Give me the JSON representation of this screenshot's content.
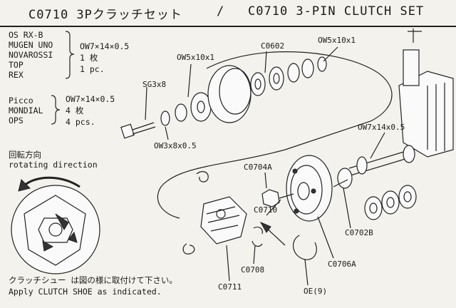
{
  "header": {
    "title_jp": "C0710 3Pクラッチセット",
    "separator": "/",
    "title_en": "C0710 3-PIN CLUTCH SET"
  },
  "groups": [
    {
      "engines": [
        "OS RX-B",
        "MUGEN UNO",
        "NOVAROSSI",
        "TOP",
        "REX"
      ],
      "spec": "OW7×14×0.5",
      "qty_jp": "1 枚",
      "qty_en": "1 pc."
    },
    {
      "engines": [
        "Picco",
        "MONDIAL",
        "OPS"
      ],
      "spec": "OW7×14×0.5",
      "qty_jp": "4 枚",
      "qty_en": "4 pcs."
    }
  ],
  "rotation": {
    "label_jp": "回転方向",
    "label_en": "rotating direction"
  },
  "parts": {
    "sg3x8": "SG3x8",
    "ow5x10x1_a": "OW5x10x1",
    "c0602": "C0602",
    "ow5x10x1_b": "OW5x10x1",
    "ow3x8x05": "OW3x8x0.5",
    "ow7x14x05": "OW7x14x0.5",
    "c0704a": "C0704A",
    "c0710": "C0710",
    "c0702b": "C0702B",
    "c0706a": "C0706A",
    "c0708": "C0708",
    "c0711": "C0711",
    "oe9": "OE(9)"
  },
  "note": {
    "jp": "クラッチシュー は図の様に取付けて下さい。",
    "en": "Apply CLUTCH SHOE as indicated."
  }
}
